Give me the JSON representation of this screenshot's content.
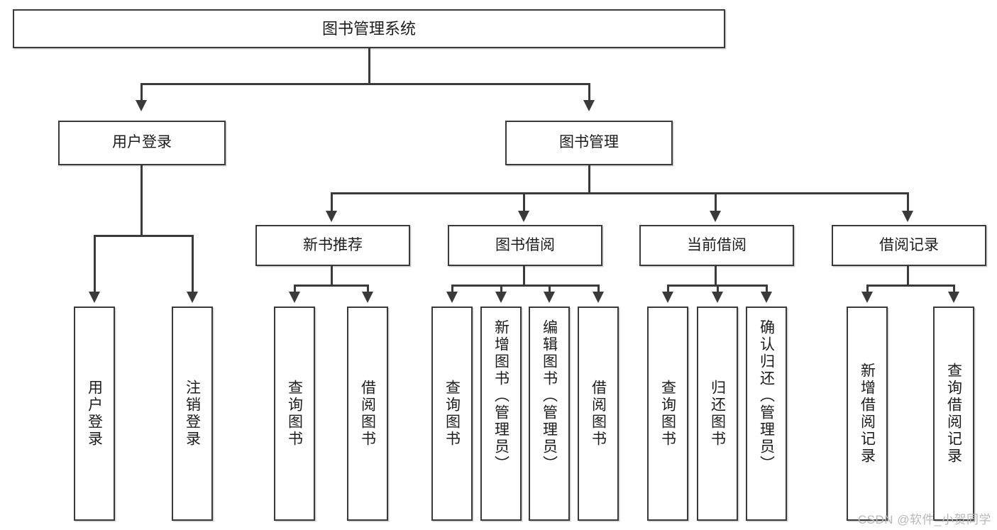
{
  "diagram": {
    "title": "图书管理系统",
    "type": "tree-hierarchy-diagram",
    "root": {
      "label": "图书管理系统"
    },
    "level2": [
      {
        "label": "用户登录"
      },
      {
        "label": "图书管理"
      }
    ],
    "level3": [
      {
        "label": "新书推荐"
      },
      {
        "label": "图书借阅"
      },
      {
        "label": "当前借阅"
      },
      {
        "label": "借阅记录"
      }
    ],
    "leaves": {
      "user_login": [
        {
          "label": "用户登录"
        },
        {
          "label": "注销登录"
        }
      ],
      "new_book_recommend": [
        {
          "label": "查询图书"
        },
        {
          "label": "借阅图书"
        }
      ],
      "book_borrow": [
        {
          "label": "查询图书"
        },
        {
          "label": "新增图书（管理员）"
        },
        {
          "label": "编辑图书（管理员）"
        },
        {
          "label": "借阅图书"
        }
      ],
      "current_borrow": [
        {
          "label": "查询图书"
        },
        {
          "label": "归还图书"
        },
        {
          "label": "确认归还（管理员）"
        }
      ],
      "borrow_record": [
        {
          "label": "新增借阅记录"
        },
        {
          "label": "查询借阅记录"
        }
      ]
    }
  },
  "watermark": {
    "text": "CSDN @软件_小贺同学"
  },
  "colors": {
    "stroke": "#3a3a3a",
    "background": "#ffffff",
    "text": "#1c1c1c",
    "watermark": "#b8b8b8"
  }
}
